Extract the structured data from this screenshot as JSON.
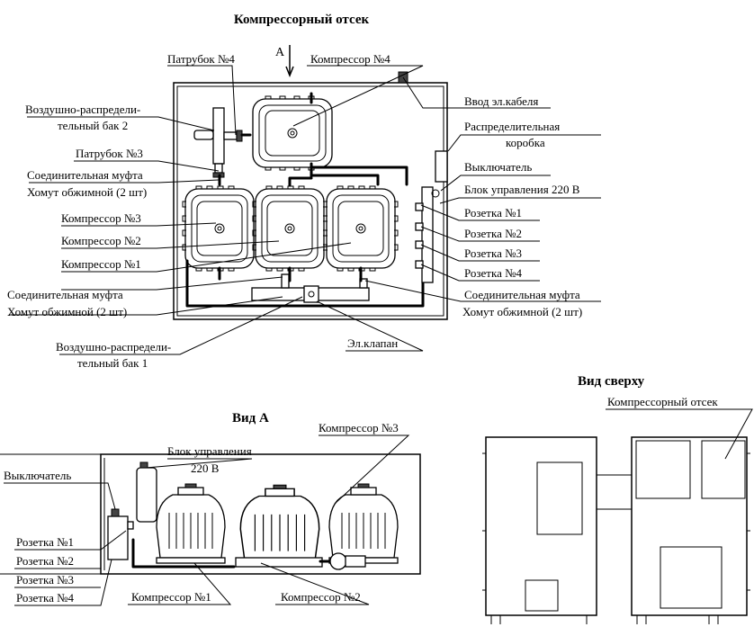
{
  "titles": {
    "main": "Компрессорный отсек",
    "view_a": "Вид А",
    "view_top": "Вид сверху",
    "arrow_a": "А"
  },
  "top_view": {
    "patrubok4": "Патрубок №4",
    "compressor4": "Компрессор №4",
    "bak2_line1": "Воздушно-распредели-",
    "bak2_line2": "тельный бак 2",
    "vvod": "Ввод эл.кабеля",
    "raspr_line1": "Распределительная",
    "raspr_line2": "коробка",
    "patrubok3": "Патрубок №3",
    "vykl": "Выключатель",
    "mufta1_line1": "Соединительная муфта",
    "mufta1_line2": "Хомут обжимной (2 шт)",
    "blok": "Блок управления 220 В",
    "compressor3": "Компрессор №3",
    "rozetka1": "Розетка №1",
    "compressor2": "Компрессор №2",
    "rozetka2": "Розетка №2",
    "rozetka3": "Розетка №3",
    "compressor1": "Компрессор №1",
    "rozetka4": "Розетка №4",
    "mufta2_line1": "Соединительная муфта",
    "mufta2_line2": "Хомут обжимной (2 шт)",
    "mufta3_line1": "Соединительная муфта",
    "mufta3_line2": "Хомут обжимной (2 шт)",
    "bak1_line1": "Воздушно-распредели-",
    "bak1_line2": "тельный бак 1",
    "klapan": "Эл.клапан"
  },
  "view_a": {
    "blok_line1": "Блок управления",
    "blok_line2": "220 В",
    "compressor3": "Компрессор №3",
    "vykl": "Выключатель",
    "rozetka1": "Розетка №1",
    "rozetka2": "Розетка №2",
    "rozetka3": "Розетка №3",
    "rozetka4": "Розетка №4",
    "compressor1": "Компрессор №1",
    "compressor2": "Компрессор №2"
  },
  "view_top": {
    "otsek": "Компрессорный отсек"
  }
}
